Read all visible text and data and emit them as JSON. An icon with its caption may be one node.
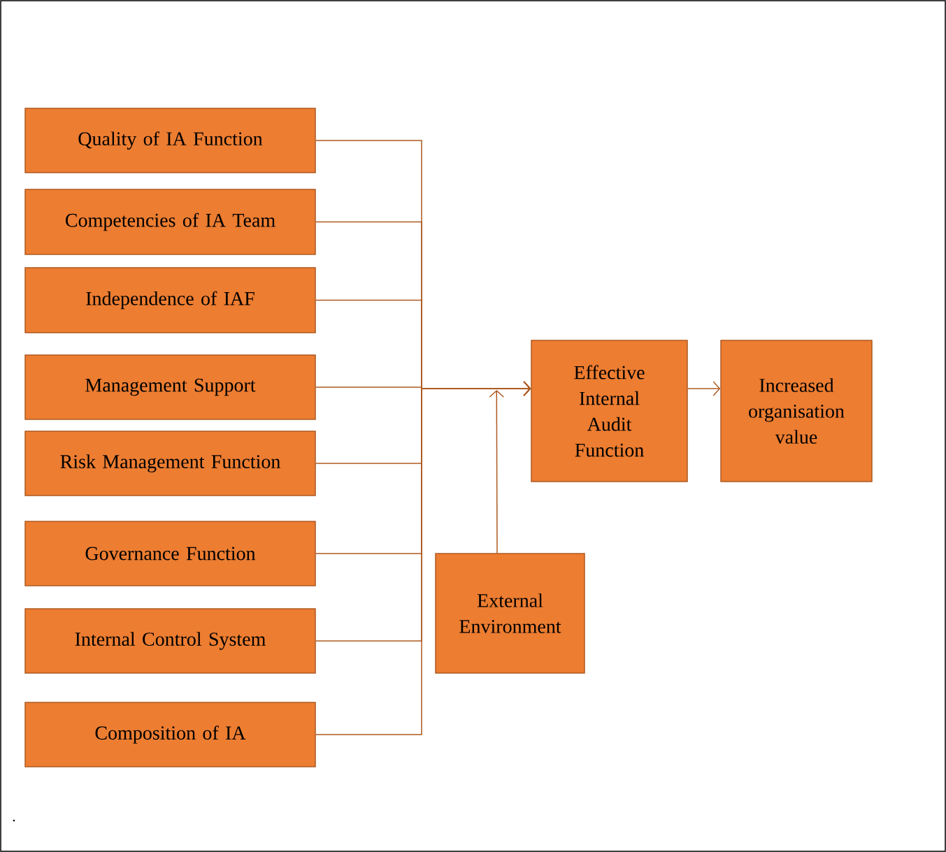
{
  "diagram": {
    "nodes": [
      {
        "text": [
          "Quality of IA Function"
        ]
      },
      {
        "text": [
          "Competencies of IA Team"
        ]
      },
      {
        "text": [
          "Independence of IAF"
        ]
      },
      {
        "text": [
          "Management Support"
        ]
      },
      {
        "text": [
          "Risk Management Function"
        ]
      },
      {
        "text": [
          "Governance Function"
        ]
      },
      {
        "text": [
          "Internal Control System"
        ]
      },
      {
        "text": [
          "Composition of IA"
        ]
      },
      {
        "text": [
          "Effective Internal Audit Function"
        ]
      },
      {
        "text": [
          "Increased organisation value"
        ]
      },
      {
        "text": [
          "External Environment"
        ]
      }
    ],
    "edges": [
      {
        "from": 0,
        "to": 8,
        "arrow": "to"
      },
      {
        "from": 1,
        "to": 8,
        "arrow": "to"
      },
      {
        "from": 2,
        "to": 8,
        "arrow": "to"
      },
      {
        "from": 3,
        "to": 8,
        "arrow": "to"
      },
      {
        "from": 4,
        "to": 8,
        "arrow": "to"
      },
      {
        "from": 5,
        "to": 8,
        "arrow": "to"
      },
      {
        "from": 6,
        "to": 8,
        "arrow": "to"
      },
      {
        "from": 7,
        "to": 8,
        "arrow": "to"
      },
      {
        "from": 10,
        "to": 8,
        "arrow": "to"
      },
      {
        "from": 8,
        "to": 9,
        "arrow": "to"
      }
    ],
    "labels": [
      "."
    ]
  }
}
